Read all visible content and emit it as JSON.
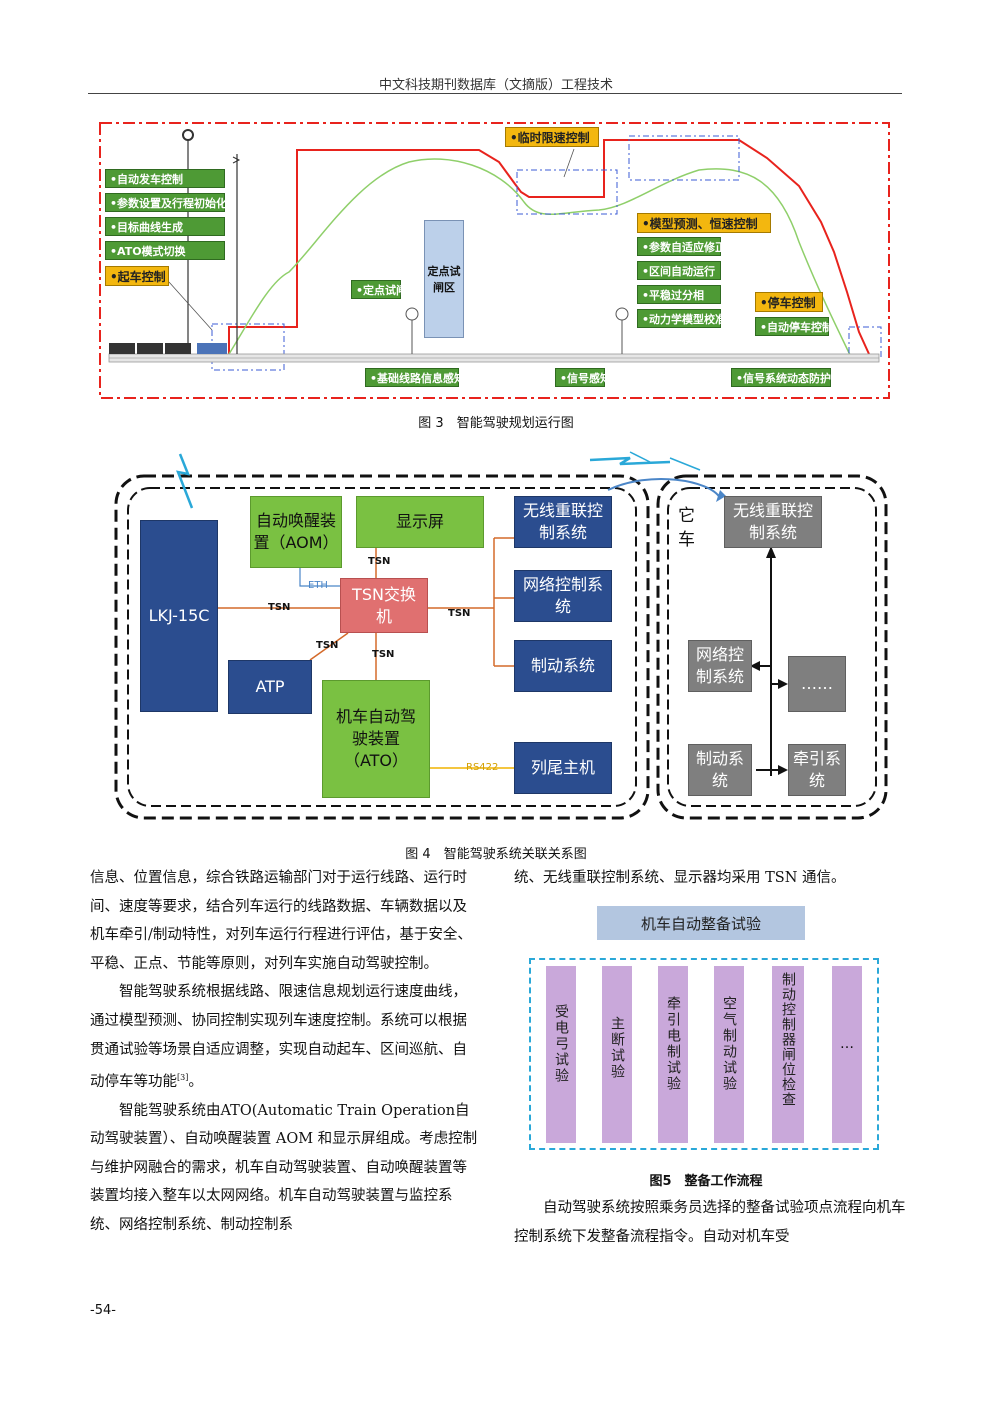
{
  "header": {
    "title": "中文科技期刊数据库（文摘版）工程技术"
  },
  "fig3": {
    "caption": "图 3　智能驾驶规划运行图",
    "left_boxes": [
      "•自动发车控制",
      "•参数设置及行程初始化",
      "•目标曲线生成",
      "•ATO模式切换"
    ],
    "start_control": "•起车控制",
    "temp_speed": "•临时限速控制",
    "model_predict": "•模型预测、恒速控制",
    "right_boxes": [
      "•参数自适应修正",
      "•区间自动运行",
      "•平稳过分相",
      "•动力学模型校准"
    ],
    "stop_control": "•停车控制",
    "auto_stop": "•自动停车控制",
    "fixed_point_test": "•定点试闸",
    "test_zone": "定点试闸区",
    "bottom_boxes": [
      "•基础线路信息感知",
      "•信号感知",
      "•信号系统动态防护"
    ]
  },
  "fig4": {
    "caption": "图 4　智能驾驶系统关联关系图",
    "lkj": "LKJ-15C",
    "aom": "自动唤醒装置（AOM）",
    "display": "显示屏",
    "tsn_switch": "TSN交换机",
    "atp": "ATP",
    "ato": "机车自动驾驶装置（ATO）",
    "wireless": "无线重联控制系统",
    "network": "网络控制系统",
    "brake": "制动系统",
    "tail": "列尾主机",
    "other_car": "它车",
    "other_wireless": "无线重联控制系统",
    "other_network": "网络控制系统",
    "other_dots": "……",
    "other_brake": "制动系统",
    "other_traction": "牵引系统",
    "tsn": "TSN",
    "eth": "ETH",
    "rs422": "RS422"
  },
  "left_col": {
    "p1": "信息、位置信息，综合铁路运输部门对于运行线路、运行时间、速度等要求，结合列车运行的线路数据、车辆数据以及机车牵引/制动特性，对列车运行行程进行评估，基于安全、平稳、正点、节能等原则，对列车实施自动驾驶控制。",
    "p2": "智能驾驶系统根据线路、限速信息规划运行速度曲线，通过模型预测、协同控制实现列车速度控制。系统可以根据贯通试验等场景自适应调整，实现自动起车、区间巡航、自动停车等功能",
    "p2_ref": "[3]",
    "p2_end": "。",
    "p3": "智能驾驶系统由ATO(Automatic Train Operation自动驾驶装置）、自动唤醒装置 AOM 和显示屏组成。考虑控制与维护网融合的需求，机车自动驾驶装置、自动唤醒装置等装置均接入整车以太网网络。机车自动驾驶装置与监控系统、网络控制系统、制动控制系"
  },
  "right_col": {
    "p1": "统、无线重联控制系统、显示器均采用 TSN 通信。",
    "p2": "自动驾驶系统按照乘务员选择的整备试验项点流程向机车控制系统下发整备流程指令。自动对机车受"
  },
  "fig5": {
    "caption": "图5　整备工作流程",
    "title": "机车自动整备试验",
    "items": [
      "受电弓试验",
      "主断试验",
      "牵引电制试验",
      "空气制动试验",
      "制动控制器闸位检查",
      "…"
    ]
  },
  "page_number": "-54-",
  "colors": {
    "red": "#e8231d",
    "navy": "#2b4d8f",
    "green": "#7ac142",
    "grey": "#7f7f7f",
    "salmon": "#e07070",
    "purple": "#c9a8da",
    "cyan": "#2aa8d8"
  }
}
